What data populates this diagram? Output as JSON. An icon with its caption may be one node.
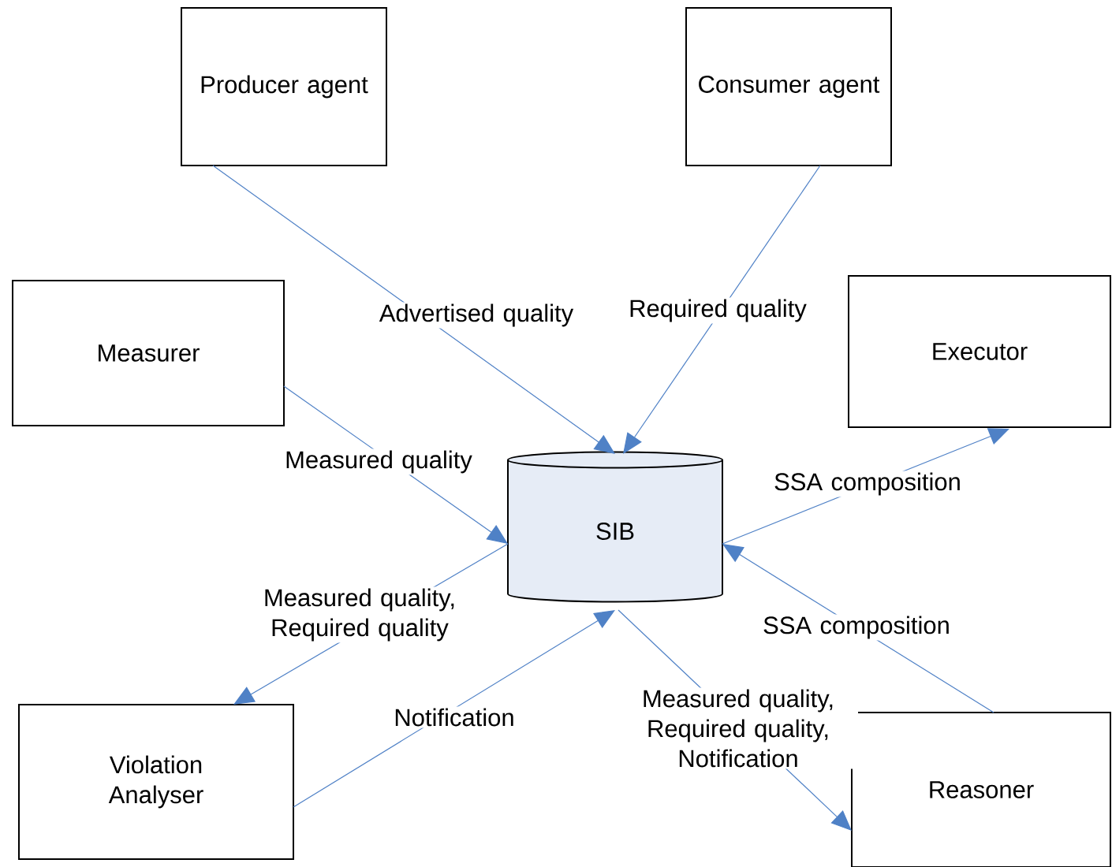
{
  "diagram": {
    "nodes": [
      {
        "text": [
          "Producer agent"
        ]
      },
      {
        "text": [
          "Consumer agent"
        ]
      },
      {
        "text": [
          "Measurer"
        ]
      },
      {
        "text": [
          "Executor"
        ]
      },
      {
        "text": [
          "SIB"
        ]
      },
      {
        "text": [
          "Violation Analyser"
        ]
      },
      {
        "text": [
          "Reasoner"
        ]
      }
    ],
    "edges": [
      {
        "from": 0,
        "to": 4,
        "arrow": "to",
        "label": "Advertised quality"
      },
      {
        "from": 1,
        "to": 4,
        "arrow": "to",
        "label": "Required quality"
      },
      {
        "from": 2,
        "to": 4,
        "arrow": "to",
        "label": "Measured quality"
      },
      {
        "from": 4,
        "to": 5,
        "arrow": "to",
        "label": "Measured quality, Required quality"
      },
      {
        "from": 5,
        "to": 4,
        "arrow": "to",
        "label": "Notification"
      },
      {
        "from": 4,
        "to": 6,
        "arrow": "to",
        "label": "Measured quality, Required quality, Notification"
      },
      {
        "from": 4,
        "to": 3,
        "arrow": "to",
        "label": "SSA composition"
      },
      {
        "from": 6,
        "to": 4,
        "arrow": "to",
        "label": "SSA composition"
      }
    ]
  }
}
